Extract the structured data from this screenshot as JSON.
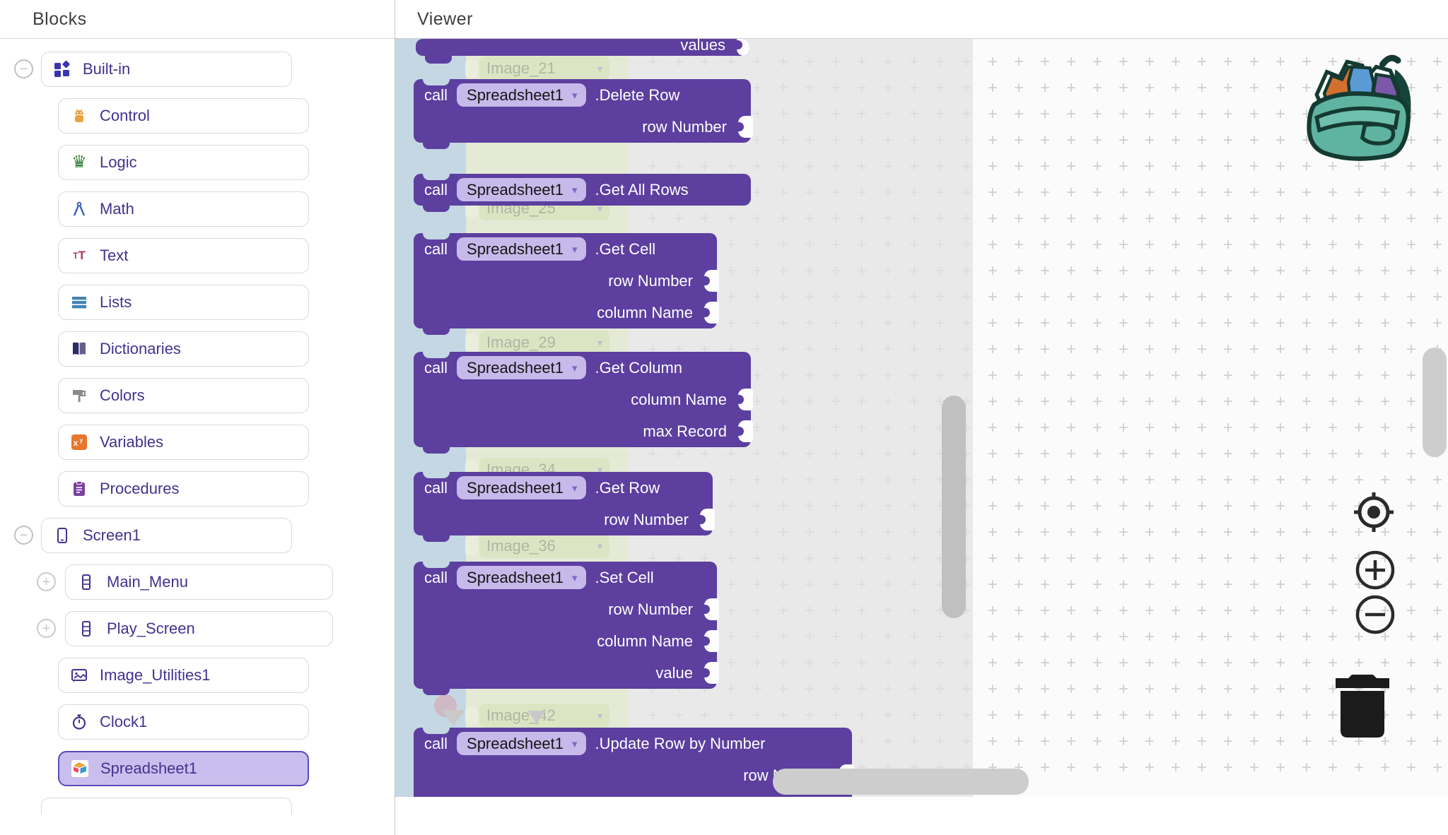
{
  "palette": {
    "block_purple": "#5c3f9f",
    "dropdown_pill": "#c7b9ea",
    "selected_item_bg": "#cabeee",
    "selected_item_border": "#5b49b8",
    "flyout_blue": "#c4d7e3",
    "flyout_gray": "#e9e9e9",
    "background_block_green": "#dce5c3",
    "sidebar_label": "#43328f",
    "control_icon_orange": "#e8a33d",
    "logic_icon_green": "#2e7d32",
    "math_icon_blue": "#3b5fc0",
    "text_icon_red": "#a53958",
    "lists_icon_blue": "#4285b4",
    "variables_icon_orange": "#e8762d",
    "procedures_icon_purple": "#7b3fa0"
  },
  "icons": {
    "dropdown_arrow": "▾",
    "collapse_minus": "−",
    "expand_plus": "+",
    "grid_cross": "+",
    "logic_crown": "♛",
    "text_tt_small": "T",
    "text_tt_big": "T"
  },
  "sidebar": {
    "title": "Blocks",
    "builtin": {
      "label": "Built-in",
      "items": [
        {
          "label": "Control",
          "icon": "android-icon"
        },
        {
          "label": "Logic",
          "icon": "crown-icon"
        },
        {
          "label": "Math",
          "icon": "compass-icon"
        },
        {
          "label": "Text",
          "icon": "tt-icon"
        },
        {
          "label": "Lists",
          "icon": "list-bars-icon"
        },
        {
          "label": "Dictionaries",
          "icon": "book-icon"
        },
        {
          "label": "Colors",
          "icon": "paint-roller-icon"
        },
        {
          "label": "Variables",
          "icon": "xy-icon"
        },
        {
          "label": "Procedures",
          "icon": "clipboard-icon"
        }
      ]
    },
    "screen1": {
      "label": "Screen1",
      "items": [
        {
          "label": "Main_Menu",
          "icon": "layout-icon",
          "expandable": true
        },
        {
          "label": "Play_Screen",
          "icon": "layout-icon",
          "expandable": true
        },
        {
          "label": "Image_Utilities1",
          "icon": "image-icon"
        },
        {
          "label": "Clock1",
          "icon": "stopwatch-icon"
        },
        {
          "label": "Spreadsheet1",
          "icon": "spreadsheet-icon",
          "selected": true
        }
      ]
    }
  },
  "viewer": {
    "title": "Viewer",
    "flyout": {
      "call_label": "call",
      "component": "Spreadsheet1",
      "partial_block_label": "values",
      "blocks": [
        {
          "method": ".Delete Row",
          "params": [
            "row Number"
          ]
        },
        {
          "method": ".Get All Rows",
          "params": []
        },
        {
          "method": ".Get Cell",
          "params": [
            "row Number",
            "column Name"
          ]
        },
        {
          "method": ".Get Column",
          "params": [
            "column Name",
            "max Record"
          ]
        },
        {
          "method": ".Get Row",
          "params": [
            "row Number"
          ]
        },
        {
          "method": ".Set Cell",
          "params": [
            "row Number",
            "column Name",
            "value"
          ]
        },
        {
          "method": ".Update Row by Number",
          "params": [
            "row Number"
          ]
        }
      ]
    },
    "background_blocks": [
      {
        "label": "Image_21"
      },
      {
        "label": "Image_25"
      },
      {
        "label": "Image_29"
      },
      {
        "label": "Image_34"
      },
      {
        "label": "Image_36"
      },
      {
        "label": "Image_42"
      }
    ]
  }
}
